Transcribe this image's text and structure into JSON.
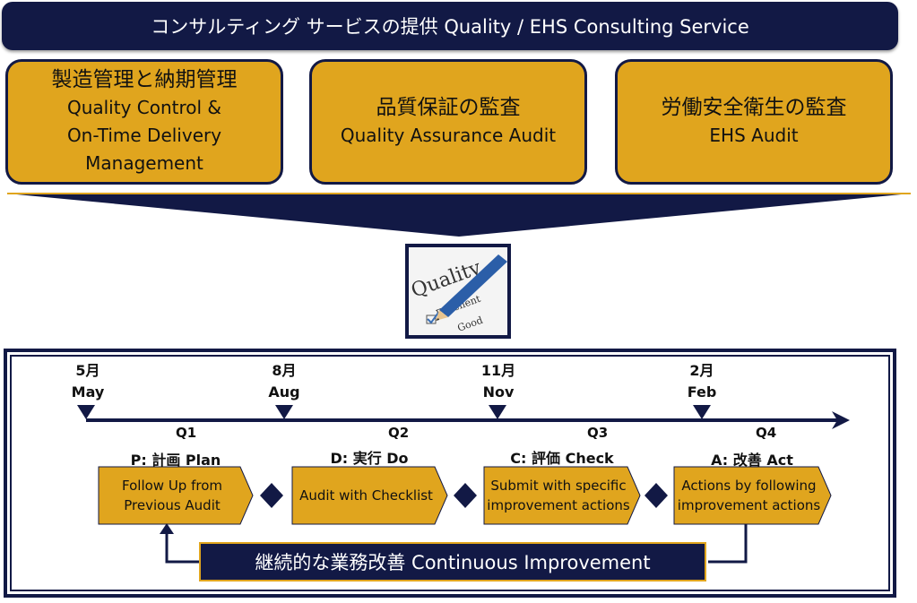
{
  "header": {
    "title": "コンサルティング サービスの提供  Quality / EHS Consulting Service"
  },
  "services": [
    {
      "jp": "製造管理と納期管理",
      "en_lines": [
        "Quality Control &",
        "On-Time Delivery",
        "Management"
      ]
    },
    {
      "jp": "品質保証の監査",
      "en_lines": [
        "Quality Assurance Audit"
      ]
    },
    {
      "jp": "労働安全衛生の監査",
      "en_lines": [
        "EHS Audit"
      ]
    }
  ],
  "image": {
    "words": [
      "Quality",
      "Excellent",
      "Good"
    ]
  },
  "timeline": {
    "months": [
      {
        "jp": "5月",
        "en": "May"
      },
      {
        "jp": "8月",
        "en": "Aug"
      },
      {
        "jp": "11月",
        "en": "Nov"
      },
      {
        "jp": "2月",
        "en": "Feb"
      }
    ],
    "quarters": [
      "Q1",
      "Q2",
      "Q3",
      "Q4"
    ],
    "phases": [
      {
        "label": "P: 計画 Plan",
        "lines": [
          "Follow Up from",
          "Previous Audit"
        ]
      },
      {
        "label": "D: 実行 Do",
        "lines": [
          "Audit with Checklist"
        ]
      },
      {
        "label": "C: 評価 Check",
        "lines": [
          "Submit with specific",
          "improvement actions"
        ]
      },
      {
        "label": "A: 改善 Act",
        "lines": [
          "Actions by following",
          "improvement actions"
        ]
      }
    ],
    "continuous": "継続的な業務改善  Continuous Improvement"
  },
  "colors": {
    "navy": "#121945",
    "gold": "#e0a51e"
  }
}
